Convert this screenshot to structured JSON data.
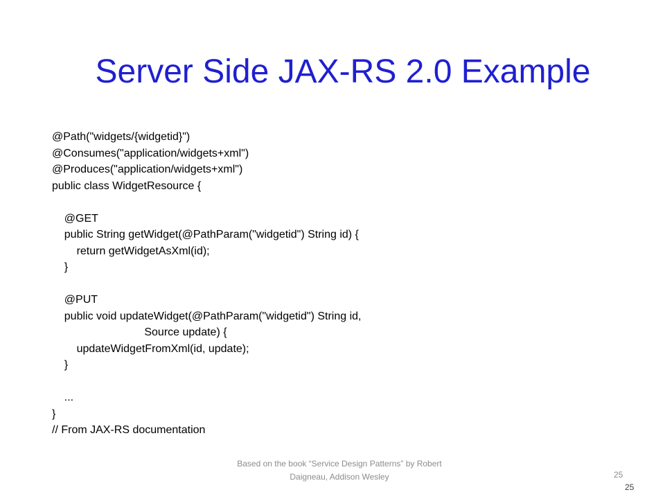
{
  "slide": {
    "title": "Server Side JAX-RS 2.0 Example",
    "code_lines": [
      "@Path(\"widgets/{widgetid}\")",
      "@Consumes(\"application/widgets+xml\")",
      "@Produces(\"application/widgets+xml\")",
      "public class WidgetResource {",
      "",
      "    @GET",
      "    public String getWidget(@PathParam(\"widgetid\") String id) {",
      "        return getWidgetAsXml(id);",
      "    }",
      "",
      "    @PUT",
      "    public void updateWidget(@PathParam(\"widgetid\") String id,",
      "                              Source update) {",
      "        updateWidgetFromXml(id, update);",
      "    }",
      "",
      "    ...",
      "}",
      "// From JAX-RS documentation"
    ],
    "footer": {
      "text": "Based on the book “Service Design Patterns” by Robert Daigneau, Addison Wesley",
      "page_number": "25",
      "page_number_secondary": "25"
    },
    "colors": {
      "title": "#1f1fd0",
      "footer": "#8c8c8c"
    }
  }
}
